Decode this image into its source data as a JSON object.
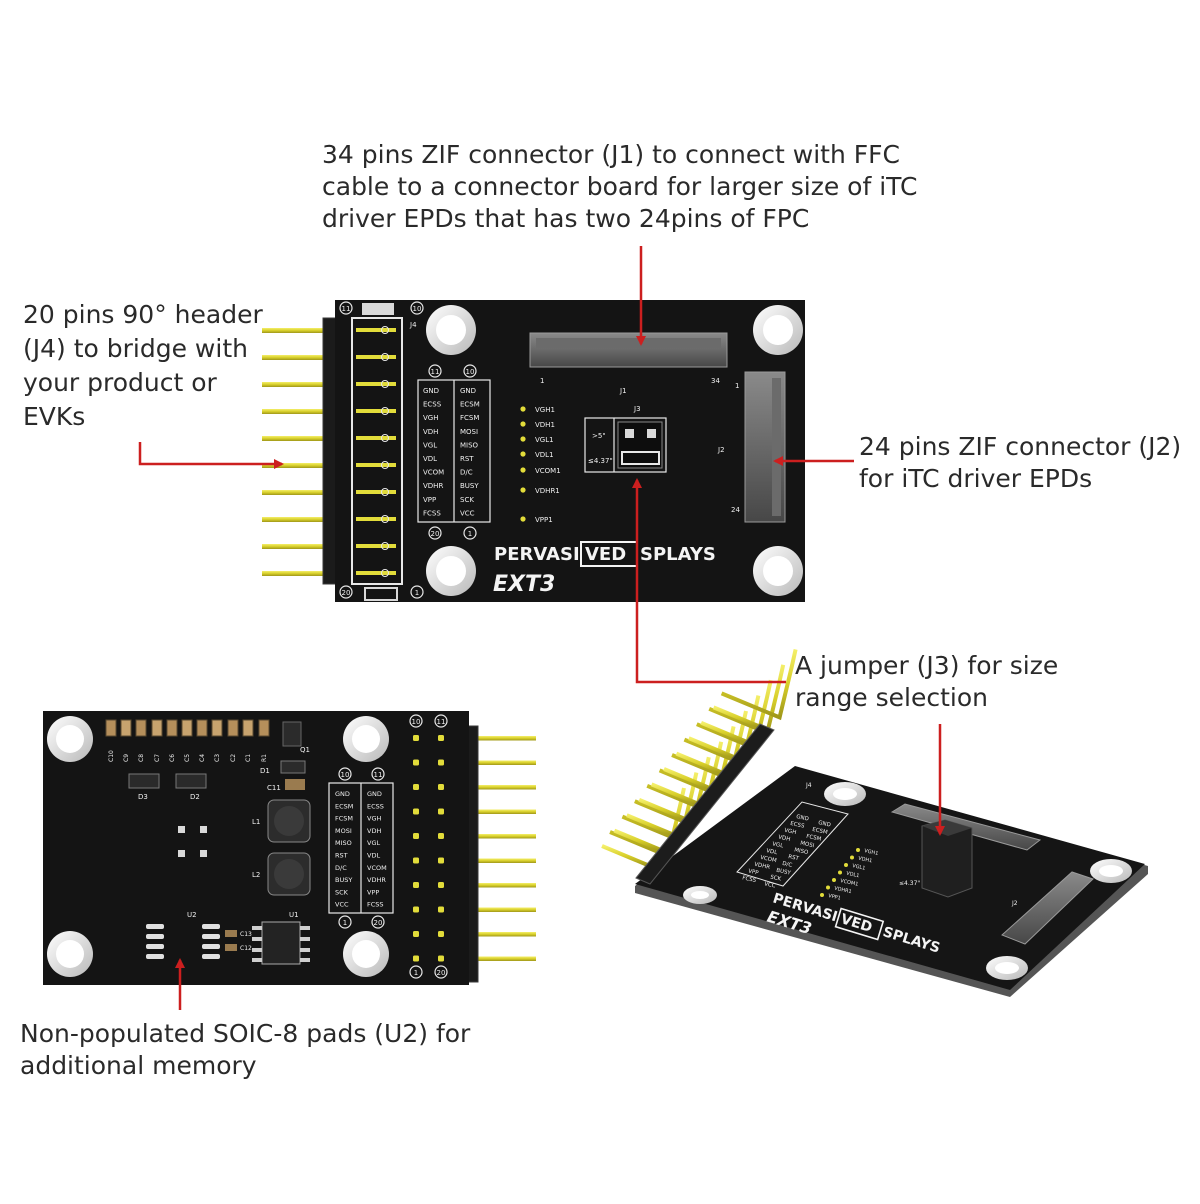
{
  "callouts": {
    "j1": {
      "line1": "34 pins ZIF connector (J1) to connect with FFC",
      "line2": "cable to a connector board for larger size of iTC",
      "line3": "driver EPDs that has two 24pins of FPC"
    },
    "j4": {
      "line1": "20 pins 90° header",
      "line2": "(J4) to bridge with",
      "line3": "your product or",
      "line4": "EVKs"
    },
    "j2": {
      "line1": "24 pins ZIF connector (J2)",
      "line2": "for iTC driver EPDs"
    },
    "j3": {
      "line1": "A jumper (J3) for size",
      "line2": "range selection"
    },
    "u2": {
      "line1": "Non-populated SOIC-8 pads (U2) for",
      "line2": "additional memory"
    }
  },
  "board_top": {
    "brand_left": "PERVASI",
    "brand_boxed": "VED",
    "brand_right": "SPLAYS",
    "model": "EXT3",
    "header_ref": "J4",
    "j1_ref": "J1",
    "j1_pin_first": "1",
    "j1_pin_last": "34",
    "j2_ref": "J2",
    "j2_pin_first": "1",
    "j2_pin_last": "24",
    "j3_ref": "J3",
    "j3_opt_large": ">5\"",
    "j3_opt_small": "≤4.37\"",
    "pin_10": "10",
    "pin_11": "11",
    "pin_20": "20",
    "pin_1": "1",
    "signals_left": [
      "GND",
      "ECSS",
      "VGH",
      "VDH",
      "VGL",
      "VDL",
      "VCOM",
      "VDHR",
      "VPP",
      "FCSS"
    ],
    "signals_right": [
      "GND",
      "ECSM",
      "FCSM",
      "MOSI",
      "MISO",
      "RST",
      "D/C",
      "BUSY",
      "SCK",
      "VCC"
    ],
    "test_points": [
      "VGH1",
      "VDH1",
      "VGL1",
      "VDL1",
      "VCOM1",
      "VDHR1",
      "VPP1"
    ]
  },
  "board_bottom": {
    "signals_left": [
      "GND",
      "ECSM",
      "FCSM",
      "MOSI",
      "MISO",
      "RST",
      "D/C",
      "BUSY",
      "SCK",
      "VCC"
    ],
    "signals_right": [
      "GND",
      "ECSS",
      "VGH",
      "VDH",
      "VGL",
      "VDL",
      "VCOM",
      "VDHR",
      "VPP",
      "FCSS"
    ],
    "caps": [
      "C10",
      "C9",
      "C8",
      "C7",
      "C6",
      "C5",
      "C4",
      "C3",
      "C2",
      "C1",
      "R1"
    ],
    "d1": "D1",
    "d2": "D2",
    "d3": "D3",
    "q1": "Q1",
    "c11": "C11",
    "l1": "L1",
    "l2": "L2",
    "u1": "U1",
    "u2": "U2",
    "c12": "C12",
    "c13": "C13",
    "pin_10": "10",
    "pin_11": "11",
    "pin_20": "20",
    "pin_1": "1"
  },
  "board_iso": {
    "brand_left": "PERVASI",
    "brand_boxed": "VED",
    "brand_right": "SPLAYS",
    "model": "EXT3",
    "header_ref": "J4",
    "j2_ref": "J2",
    "j3_opt_small": "≤4.37\"",
    "signals_left": [
      "GND",
      "ECSS",
      "VGH",
      "VDH",
      "VGL",
      "VDL",
      "VCOM",
      "VDHR",
      "VPP",
      "FCSS"
    ],
    "signals_right": [
      "GND",
      "ECSM",
      "FCSM",
      "MOSI",
      "MISO",
      "RST",
      "D/C",
      "BUSY",
      "SCK",
      "VCC"
    ],
    "test_points": [
      "VGH1",
      "VDH1",
      "VGL1",
      "VDL1",
      "VCOM1",
      "VDHR1",
      "VPP1"
    ]
  },
  "colors": {
    "pcb": "#141414",
    "silkscreen": "#f0f0f0",
    "pin_gold": "#e2dc3a",
    "arrow_red": "#cc1f1f",
    "connector_grey": "#5b5b5b"
  }
}
